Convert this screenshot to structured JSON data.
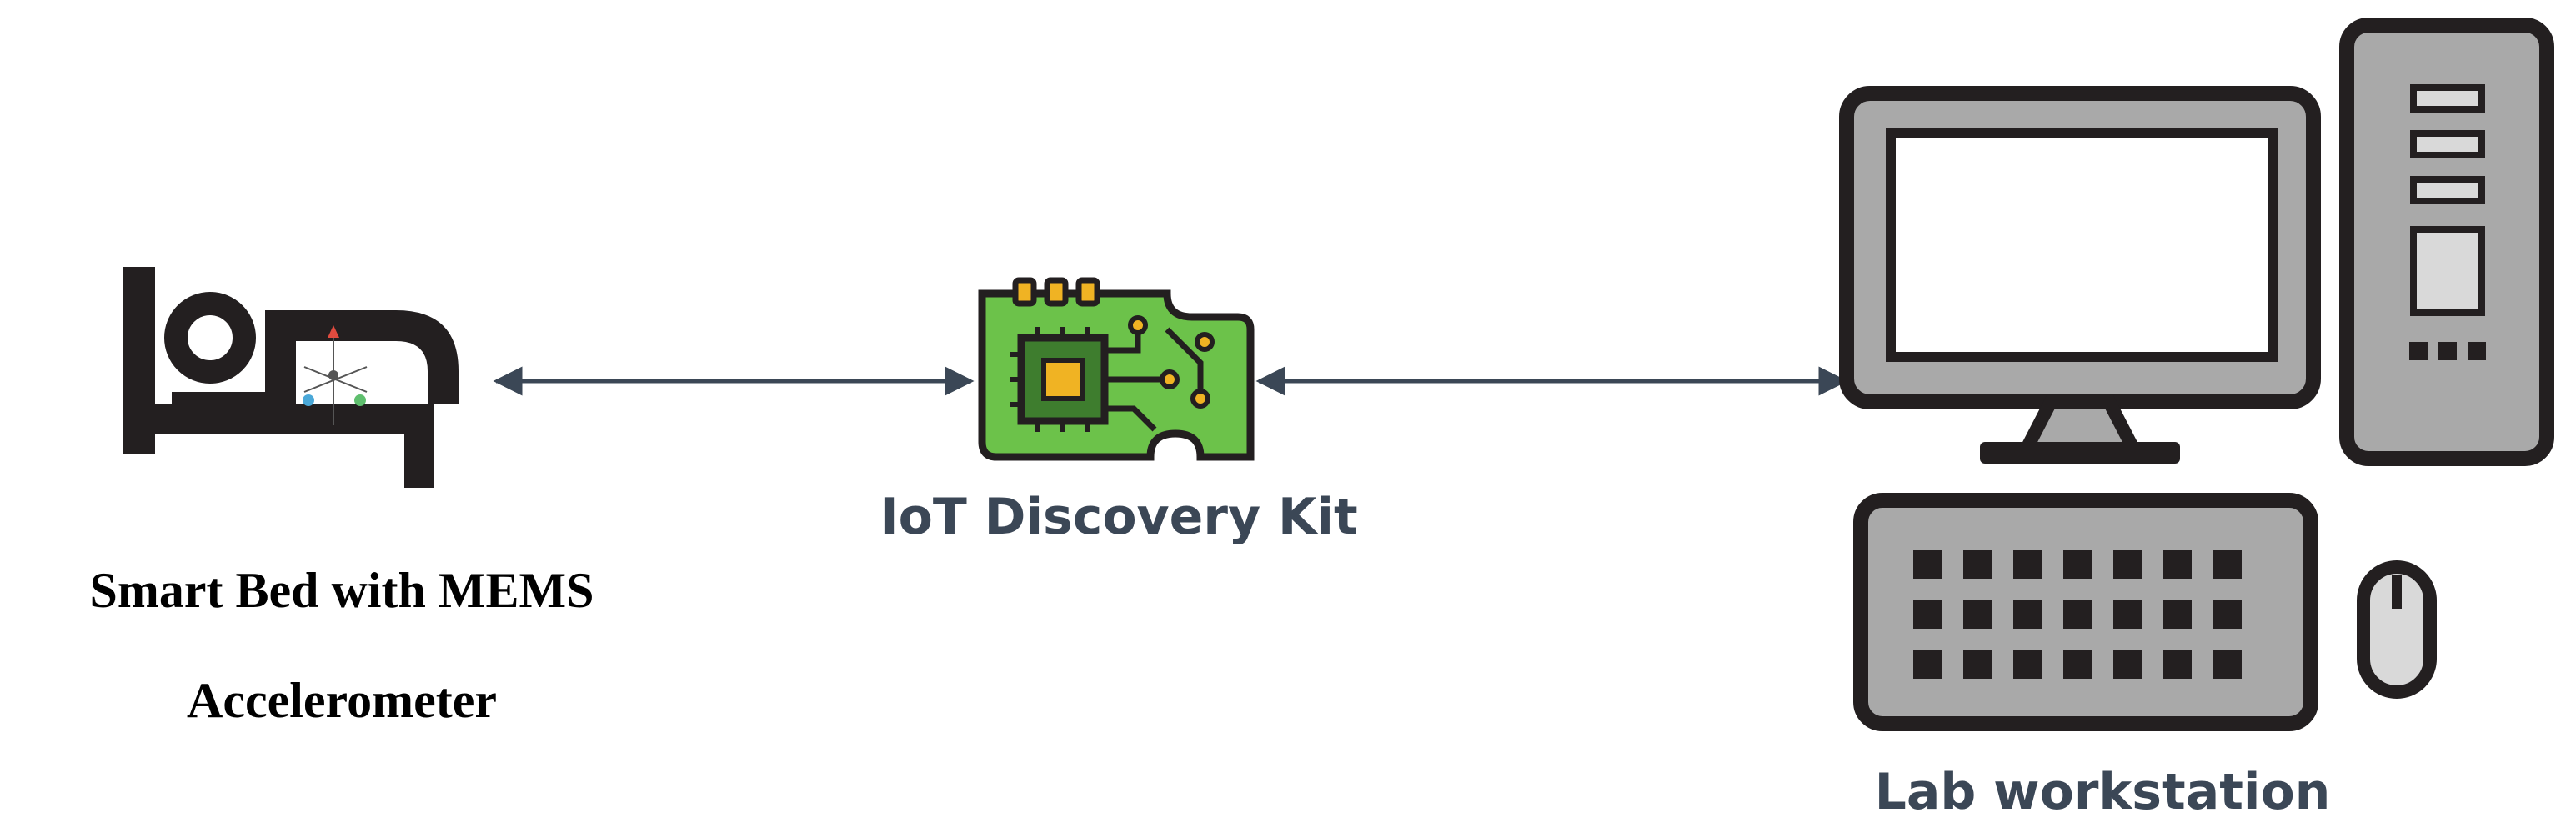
{
  "nodes": {
    "bed": {
      "label_line1": "Smart Bed with MEMS",
      "label_line2": "Accelerometer",
      "icon": "smart-bed-icon"
    },
    "kit": {
      "label": "IoT Discovery Kit",
      "icon": "circuit-board-icon"
    },
    "workstation": {
      "label": "Lab workstation",
      "icon": "desktop-computer-icon"
    }
  },
  "edges": [
    {
      "from": "bed",
      "to": "kit",
      "direction": "bidirectional"
    },
    {
      "from": "kit",
      "to": "workstation",
      "direction": "bidirectional"
    }
  ],
  "colors": {
    "outline": "#231f20",
    "board_green": "#6cc24a",
    "board_trace": "#3e7d2e",
    "chip_gold": "#f0b323",
    "kit_label": "#3b4756",
    "workstation_label": "#3b4756",
    "arrow": "#3b4756",
    "monitor_body": "#a9a9a9",
    "screen": "#ffffff",
    "tower_light": "#d9d9d9"
  }
}
